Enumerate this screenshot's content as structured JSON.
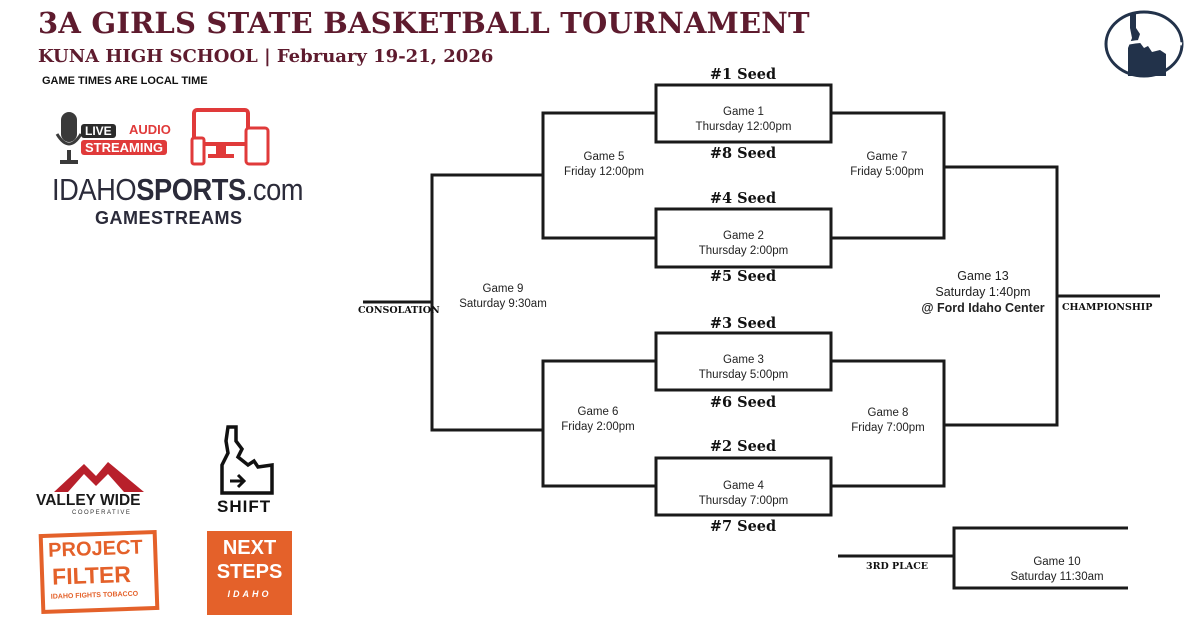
{
  "header": {
    "title": "3A GIRLS STATE BASKETBALL TOURNAMENT",
    "subtitle": "KUNA HIGH SCHOOL | February 19-21, 2026",
    "note": "GAME TIMES ARE LOCAL TIME"
  },
  "streaming": {
    "live_label": "LIVE",
    "audio_label": "AUDIO",
    "streaming_label": "STREAMING",
    "brand_part1": "IDAHO",
    "brand_part2": "SPORTS",
    "brand_part3": ".com",
    "gamestreams": "GAMESTREAMS"
  },
  "seeds": {
    "s1": "#1 Seed",
    "s8": "#8 Seed",
    "s4": "#4 Seed",
    "s5": "#5 Seed",
    "s3": "#3 Seed",
    "s6": "#6 Seed",
    "s2": "#2 Seed",
    "s7": "#7 Seed"
  },
  "games": {
    "g1": {
      "name": "Game 1",
      "time": "Thursday 12:00pm"
    },
    "g2": {
      "name": "Game 2",
      "time": "Thursday 2:00pm"
    },
    "g3": {
      "name": "Game 3",
      "time": "Thursday 5:00pm"
    },
    "g4": {
      "name": "Game 4",
      "time": "Thursday 7:00pm"
    },
    "g5": {
      "name": "Game 5",
      "time": "Friday 12:00pm"
    },
    "g6": {
      "name": "Game 6",
      "time": "Friday 2:00pm"
    },
    "g7": {
      "name": "Game 7",
      "time": "Friday 5:00pm"
    },
    "g8": {
      "name": "Game 8",
      "time": "Friday 7:00pm"
    },
    "g9": {
      "name": "Game 9",
      "time": "Saturday 9:30am"
    },
    "g10": {
      "name": "Game 10",
      "time": "Saturday 11:30am"
    },
    "g13": {
      "name": "Game 13",
      "time": "Saturday 1:40pm",
      "venue": "@ Ford Idaho Center"
    }
  },
  "labels": {
    "consolation": "CONSOLATION",
    "championship": "CHAMPIONSHIP",
    "third_place": "3RD PLACE"
  },
  "sponsors": {
    "valley_wide": "VALLEY WIDE",
    "valley_wide_sub": "COOPERATIVE",
    "shift": "SHIFT",
    "project_filter_1": "PROJECT",
    "project_filter_2": "FILTER",
    "project_filter_sub": "IDAHO FIGHTS TOBACCO",
    "next_steps_1": "NEXT",
    "next_steps_2": "STEPS",
    "next_steps_sub": "IDAHO"
  },
  "colors": {
    "maroon": "#5e1b2e",
    "navy": "#22324a",
    "red": "#e03a3a",
    "orange": "#e4612a",
    "line": "#1a1a1a"
  }
}
